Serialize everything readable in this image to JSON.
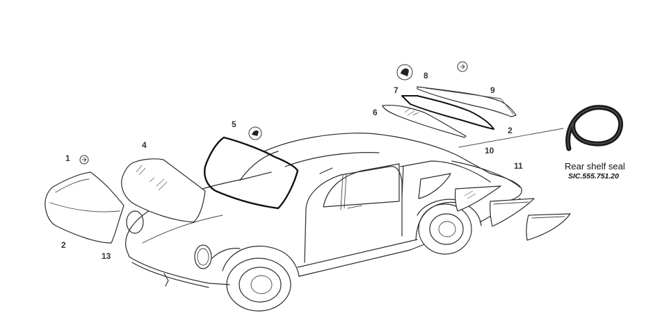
{
  "callouts": [
    "1",
    "2",
    "13",
    "4",
    "5",
    "6",
    "7",
    "8",
    "9",
    "2",
    "10",
    "11"
  ],
  "seal": {
    "title": "Rear shelf seal",
    "part_number": "SIC.555.751.20"
  }
}
